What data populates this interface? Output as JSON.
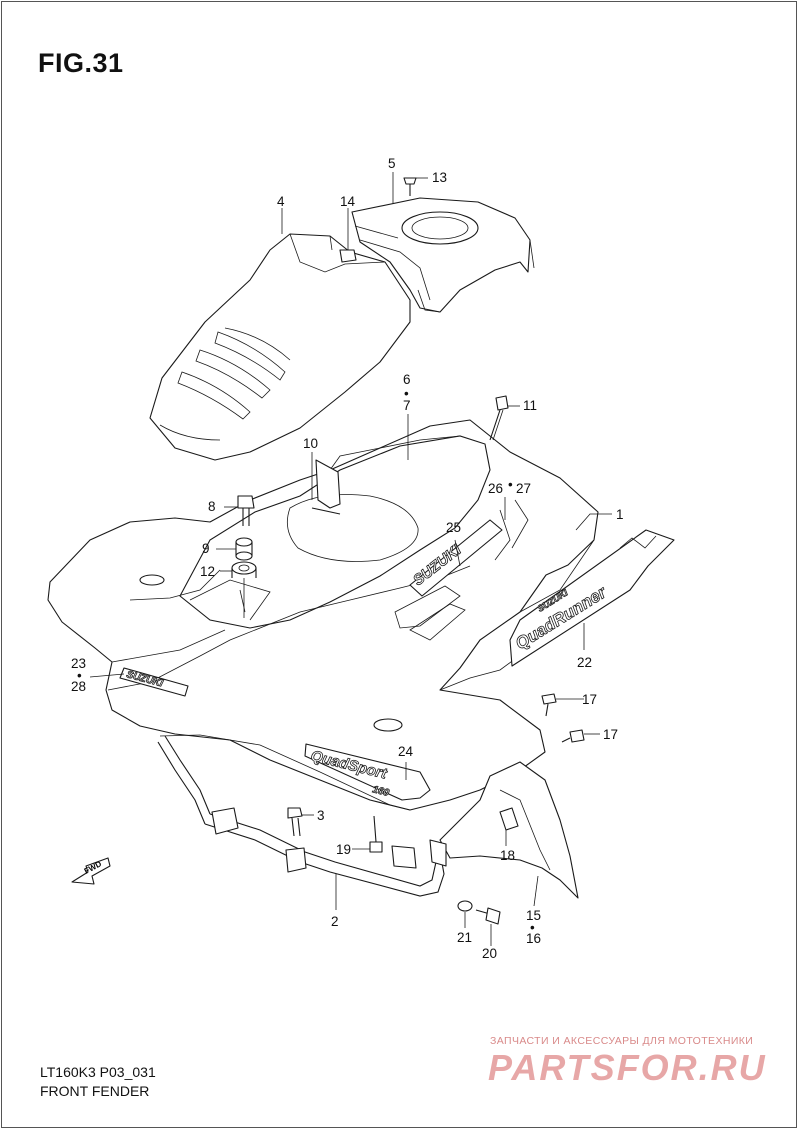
{
  "figure": {
    "title": "FIG.31"
  },
  "footer": {
    "code": "LT160K3 P03_031",
    "name": "FRONT FENDER"
  },
  "watermark": {
    "tagline": "ЗАПЧАСТИ И АКСЕССУАРЫ ДЛЯ МОТОТЕХНИКИ",
    "brand": "PARTSFOR.RU",
    "color": "#e7a7a7"
  },
  "decals": {
    "brand": "SUZUKI",
    "model": "QuadRunner",
    "sport": "QuadSport",
    "engine": "160"
  },
  "fwd_label": "FWD",
  "callouts": {
    "c1": "1",
    "c2": "2",
    "c3": "3",
    "c4": "4",
    "c5": "5",
    "c6": "6",
    "c7": "7",
    "c8": "8",
    "c9": "9",
    "c10": "10",
    "c11": "11",
    "c12": "12",
    "c13": "13",
    "c14": "14",
    "c15": "15",
    "c16": "16",
    "c17a": "17",
    "c17b": "17",
    "c18": "18",
    "c19": "19",
    "c20": "20",
    "c21": "21",
    "c22": "22",
    "c23": "23",
    "c24": "24",
    "c25": "25",
    "c26": "26",
    "c27": "27",
    "c28": "28"
  }
}
